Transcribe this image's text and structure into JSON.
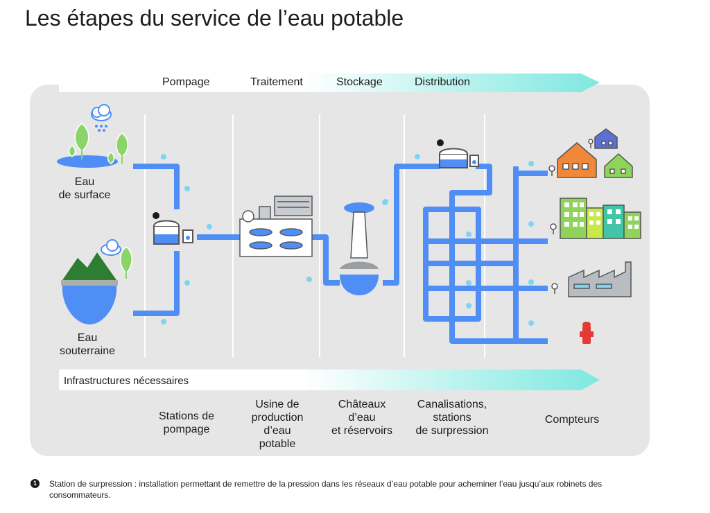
{
  "title": "Les étapes du service de l’eau potable",
  "stages": [
    "Pompage",
    "Traitement",
    "Stockage",
    "Distribution"
  ],
  "sources": {
    "surface": [
      "Eau",
      "de surface"
    ],
    "underground": [
      "Eau",
      "souterraine"
    ]
  },
  "infrastructure_heading": "Infrastructures nécessaires",
  "infrastructures": [
    [
      "Stations de",
      "pompage"
    ],
    [
      "Usine de",
      "production",
      "d’eau",
      "potable"
    ],
    [
      "Châteaux",
      "d’eau",
      "et réservoirs"
    ],
    [
      "Canalisations,",
      "stations",
      "de surpression"
    ],
    [
      "Compteurs"
    ]
  ],
  "marker": "1",
  "footnote": "Station de surpression : installation permettant de remettre de la pression dans les réseaux d’eau potable pour acheminer l’eau jusqu’aux robinets des consommateurs.",
  "colors": {
    "pipe": "#4f8ef5",
    "drop": "#7fd4f0",
    "panel": "#e6e6e6",
    "arrow_start": "#ffffff",
    "arrow_end": "#7ee8e0",
    "leaf": "#8bd46a",
    "mountain": "#2e7d32",
    "house_orange": "#f0883a",
    "building_green": "#8fd35a",
    "factory": "#b9bdc2",
    "hydrant": "#e53935"
  }
}
